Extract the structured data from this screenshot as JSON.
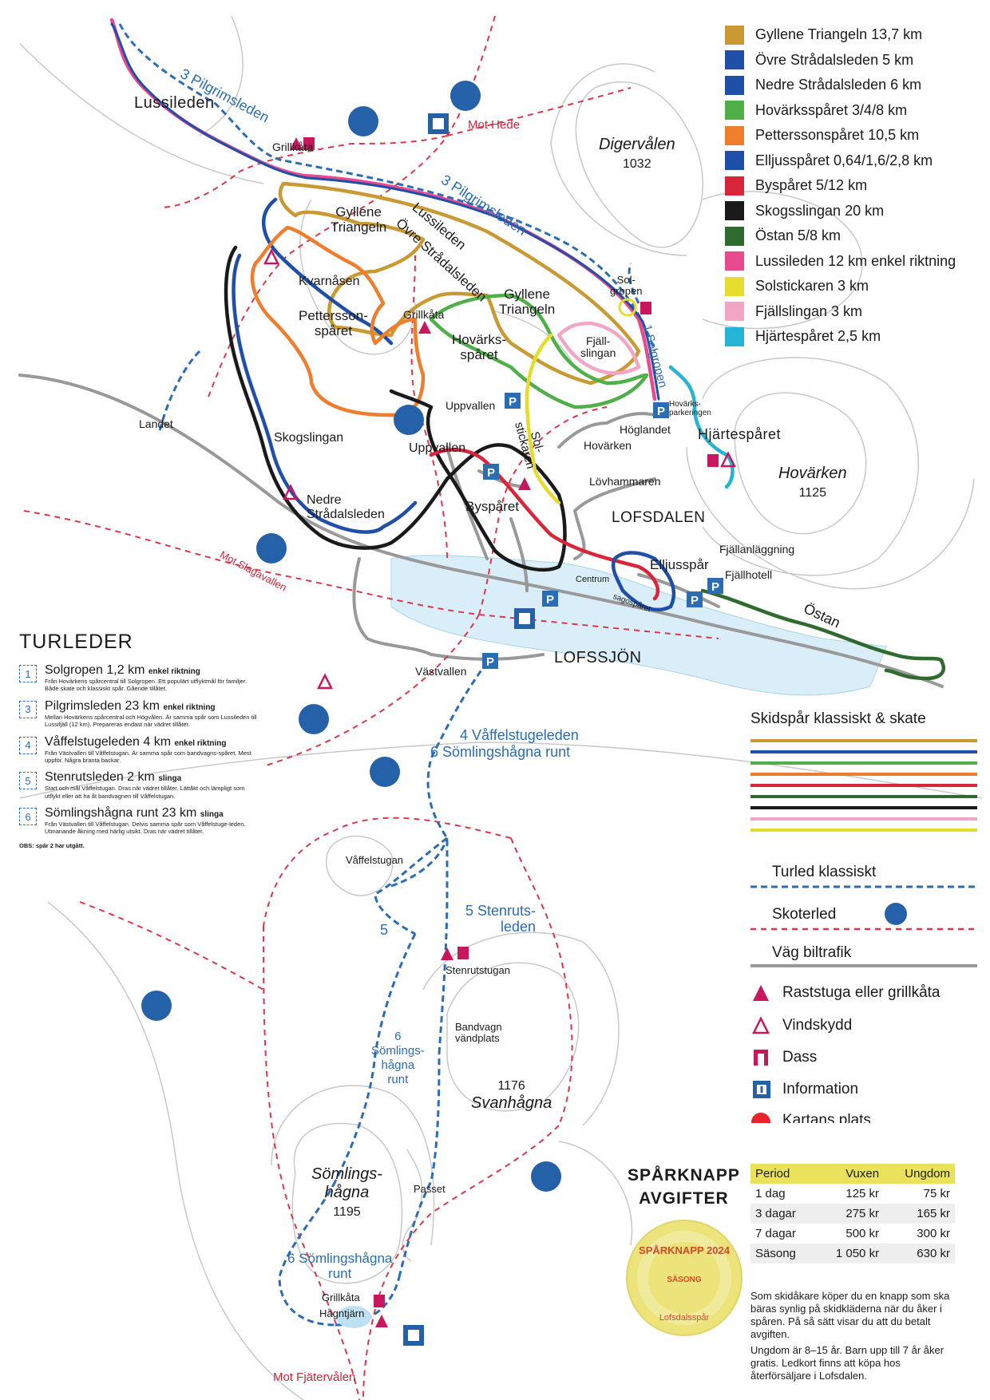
{
  "legend": {
    "items": [
      {
        "label": "Gyllene Triangeln 13,7 km",
        "color": "#c99a34"
      },
      {
        "label": "Övre Strådalsleden 5 km",
        "color": "#1f4fa8"
      },
      {
        "label": "Nedre Strådalsleden 6 km",
        "color": "#1f4fa8"
      },
      {
        "label": "Hovärksspåret 3/4/8 km",
        "color": "#4fb04a"
      },
      {
        "label": "Petterssonspåret 10,5 km",
        "color": "#ee7d2c"
      },
      {
        "label": "Elljusspåret 0,64/1,6/2,8 km",
        "color": "#1f4fa8"
      },
      {
        "label": "Byspåret 5/12 km",
        "color": "#d7263a"
      },
      {
        "label": "Skogsslingan 20 km",
        "color": "#1a1a1a"
      },
      {
        "label": "Östan 5/8 km",
        "color": "#2f6b2f"
      },
      {
        "label": "Lussileden 12 km  enkel riktning",
        "color": "#e84a8d"
      },
      {
        "label": "Solstickaren 3 km",
        "color": "#e6dc2e"
      },
      {
        "label": "Fjällslingan 3 km",
        "color": "#f1a6c6"
      },
      {
        "label": "Hjärtespåret 2,5 km",
        "color": "#25b3d6"
      }
    ]
  },
  "map_labels": {
    "lussileden": "Lussileden",
    "pilgrimsleden_top": "3 Pilgrimsleden",
    "pilgrimsleden_mid": "3 Pilgrimsleden",
    "grillkata_top": "Grillkåta",
    "grillkata_mid": "Grillkåta",
    "mot_hede": "Mot Hede",
    "digervalen": "Digervålen",
    "digervalen_alt": "1032",
    "gyllene_triangeln_1": "Gyllene\nTriangeln",
    "gyllene_triangeln_2": "Gyllene\nTriangeln",
    "lussileden_diag": "Lussileden",
    "ovre_stradalsleden": "Övre Strådalsleden",
    "kvarnasen": "Kvarnåsen",
    "pettersson": "Pettersson-\nspåret",
    "hovarks": "Hovärks-\nspåret",
    "solgropen": "Sol-\ngropen",
    "solgropen_path": "1 Solgropen",
    "fjallslingan": "Fjäll-\nslingan",
    "landet": "Landet",
    "uppvallen_1": "Uppvallen",
    "uppvallen_2": "Uppvallen",
    "skogslingan": "Skogslingan",
    "solstickaren": "Sol-\nstickaren",
    "hovarksparkeringen": "Hovärks-\nparkeringen",
    "hoglandet": "Höglandet",
    "hovarken_place": "Hovärken",
    "hjartesparet": "Hjärtespåret",
    "hovarken_peak": "Hovärken",
    "hovarken_alt": "1125",
    "lovhammaren": "Lövhammaren",
    "nedre": "Nedre\nStrådalsleden",
    "bysparet": "Byspåret",
    "lofsdalen": "LOFSDALEN",
    "fjallanlaggning": "Fjällanläggning",
    "fjallhotell": "Fjällhotell",
    "elljusspar": "Elljusspår",
    "centrum": "Centrum",
    "sagosparet": "sagospåret",
    "ostan": "Östan",
    "mot_slagavallen": "Mot Slagavallen",
    "lofssjon": "LOFSSJÖN",
    "vastvallen": "Västvallen",
    "vaffel_leden": "4 Våffelstugeleden",
    "somlings_runt_1": "6 Sömlingshågna runt",
    "vaffelstugan": "Våffelstugan",
    "stenruts": "5 Stenruts-\nleden",
    "five": "5",
    "stenrutstugan": "Stenrutstugan",
    "six_label": "6\nSömlings-\nhågna\nrunt",
    "bandvagn": "Bandvagn\nvändplats",
    "svanhagna": "Svanhågna",
    "svanhagna_alt": "1176",
    "somlingshagna": "Sömlings-\nhågna",
    "somlingshagna_alt": "1195",
    "passet": "Passet",
    "somlings_runt_2": "6 Sömlingshågna\nrunt",
    "grillkata_bottom": "Grillkåta",
    "hagntjarn": "Hågntjärn",
    "mot_fjatervalen": "Mot Fjätervålen"
  },
  "turleder": {
    "title": "TURLEDER",
    "items": [
      {
        "num": "1",
        "title": "Solgropen 1,2 km",
        "suffix": "enkel riktning",
        "desc": "Från Hovärkens spårcentral till Solgropen. Ett populärt utflyktmål för familjer. Både skate och klassiskt spår. Gående tillåtet."
      },
      {
        "num": "3",
        "title": "Pilgrimsleden 23 km",
        "suffix": "enkel riktning",
        "desc": "Mellan Hovärkens spårcentral och Högvålen. Är samma spår som Lussileden till Lussifjäll (12 km). Prepareras endast när vädret tillåter."
      },
      {
        "num": "4",
        "title": "Våffelstugeleden 4 km",
        "suffix": "enkel riktning",
        "desc": "Från Västvallen till Våffelstugan. Är samma spår som bandvagns-spåret. Mest uppför. Några branta backar."
      },
      {
        "num": "5",
        "title": "Stenrutsleden 2 km",
        "suffix": "slinga",
        "desc": "Start och mål Våffelstugan. Dras när vädret tillåter. Lättåkt och lämpligt som utflykt eller att ha åt bandvagnen till Våffelstugan."
      },
      {
        "num": "6",
        "title": "Sömlingshågna runt 23 km",
        "suffix": "slinga",
        "desc": "Från Västvallen till Våffelstugan. Delvis samma spår som Våffelstuge-leden. Utmanande åkning med härlig utsikt. Dras när vädret tillåter."
      }
    ],
    "note": "OBS: spår 2 har utgått."
  },
  "symbol_legend": {
    "ski_title": "Skidspår klassiskt & skate",
    "turled": "Turled klassiskt",
    "skoterled": "Skoterled",
    "vag": "Väg biltrafik",
    "raststuga": "Raststuga eller grillkåta",
    "vindskydd": "Vindskydd",
    "dass": "Dass",
    "information": "Information",
    "kartans_plats": "Kartans plats"
  },
  "price": {
    "title_1": "SPÅRKNAPP",
    "title_2": "AVGIFTER",
    "headers": [
      "Period",
      "Vuxen",
      "Ungdom"
    ],
    "rows": [
      [
        "1 dag",
        "125 kr",
        "75 kr"
      ],
      [
        "3 dagar",
        "275 kr",
        "165 kr"
      ],
      [
        "7 dagar",
        "500 kr",
        "300 kr"
      ],
      [
        "Säsong",
        "1 050 kr",
        "630 kr"
      ]
    ],
    "note_1": "Som skidåkare köper du en knapp som ska bäras synlig på skidkläderna när du åker i spåren. På så sätt visar du att du betalt avgiften.",
    "note_2": "Ungdom är 8–15 år. Barn upp till 7 år åker gratis. Ledkort finns att köpa hos återförsäljare i Lofsdalen.",
    "badge_top": "SPÅRKNAPP 2024",
    "badge_mid": "SÄSONG",
    "badge_bottom": "Lofsdalsspår"
  }
}
